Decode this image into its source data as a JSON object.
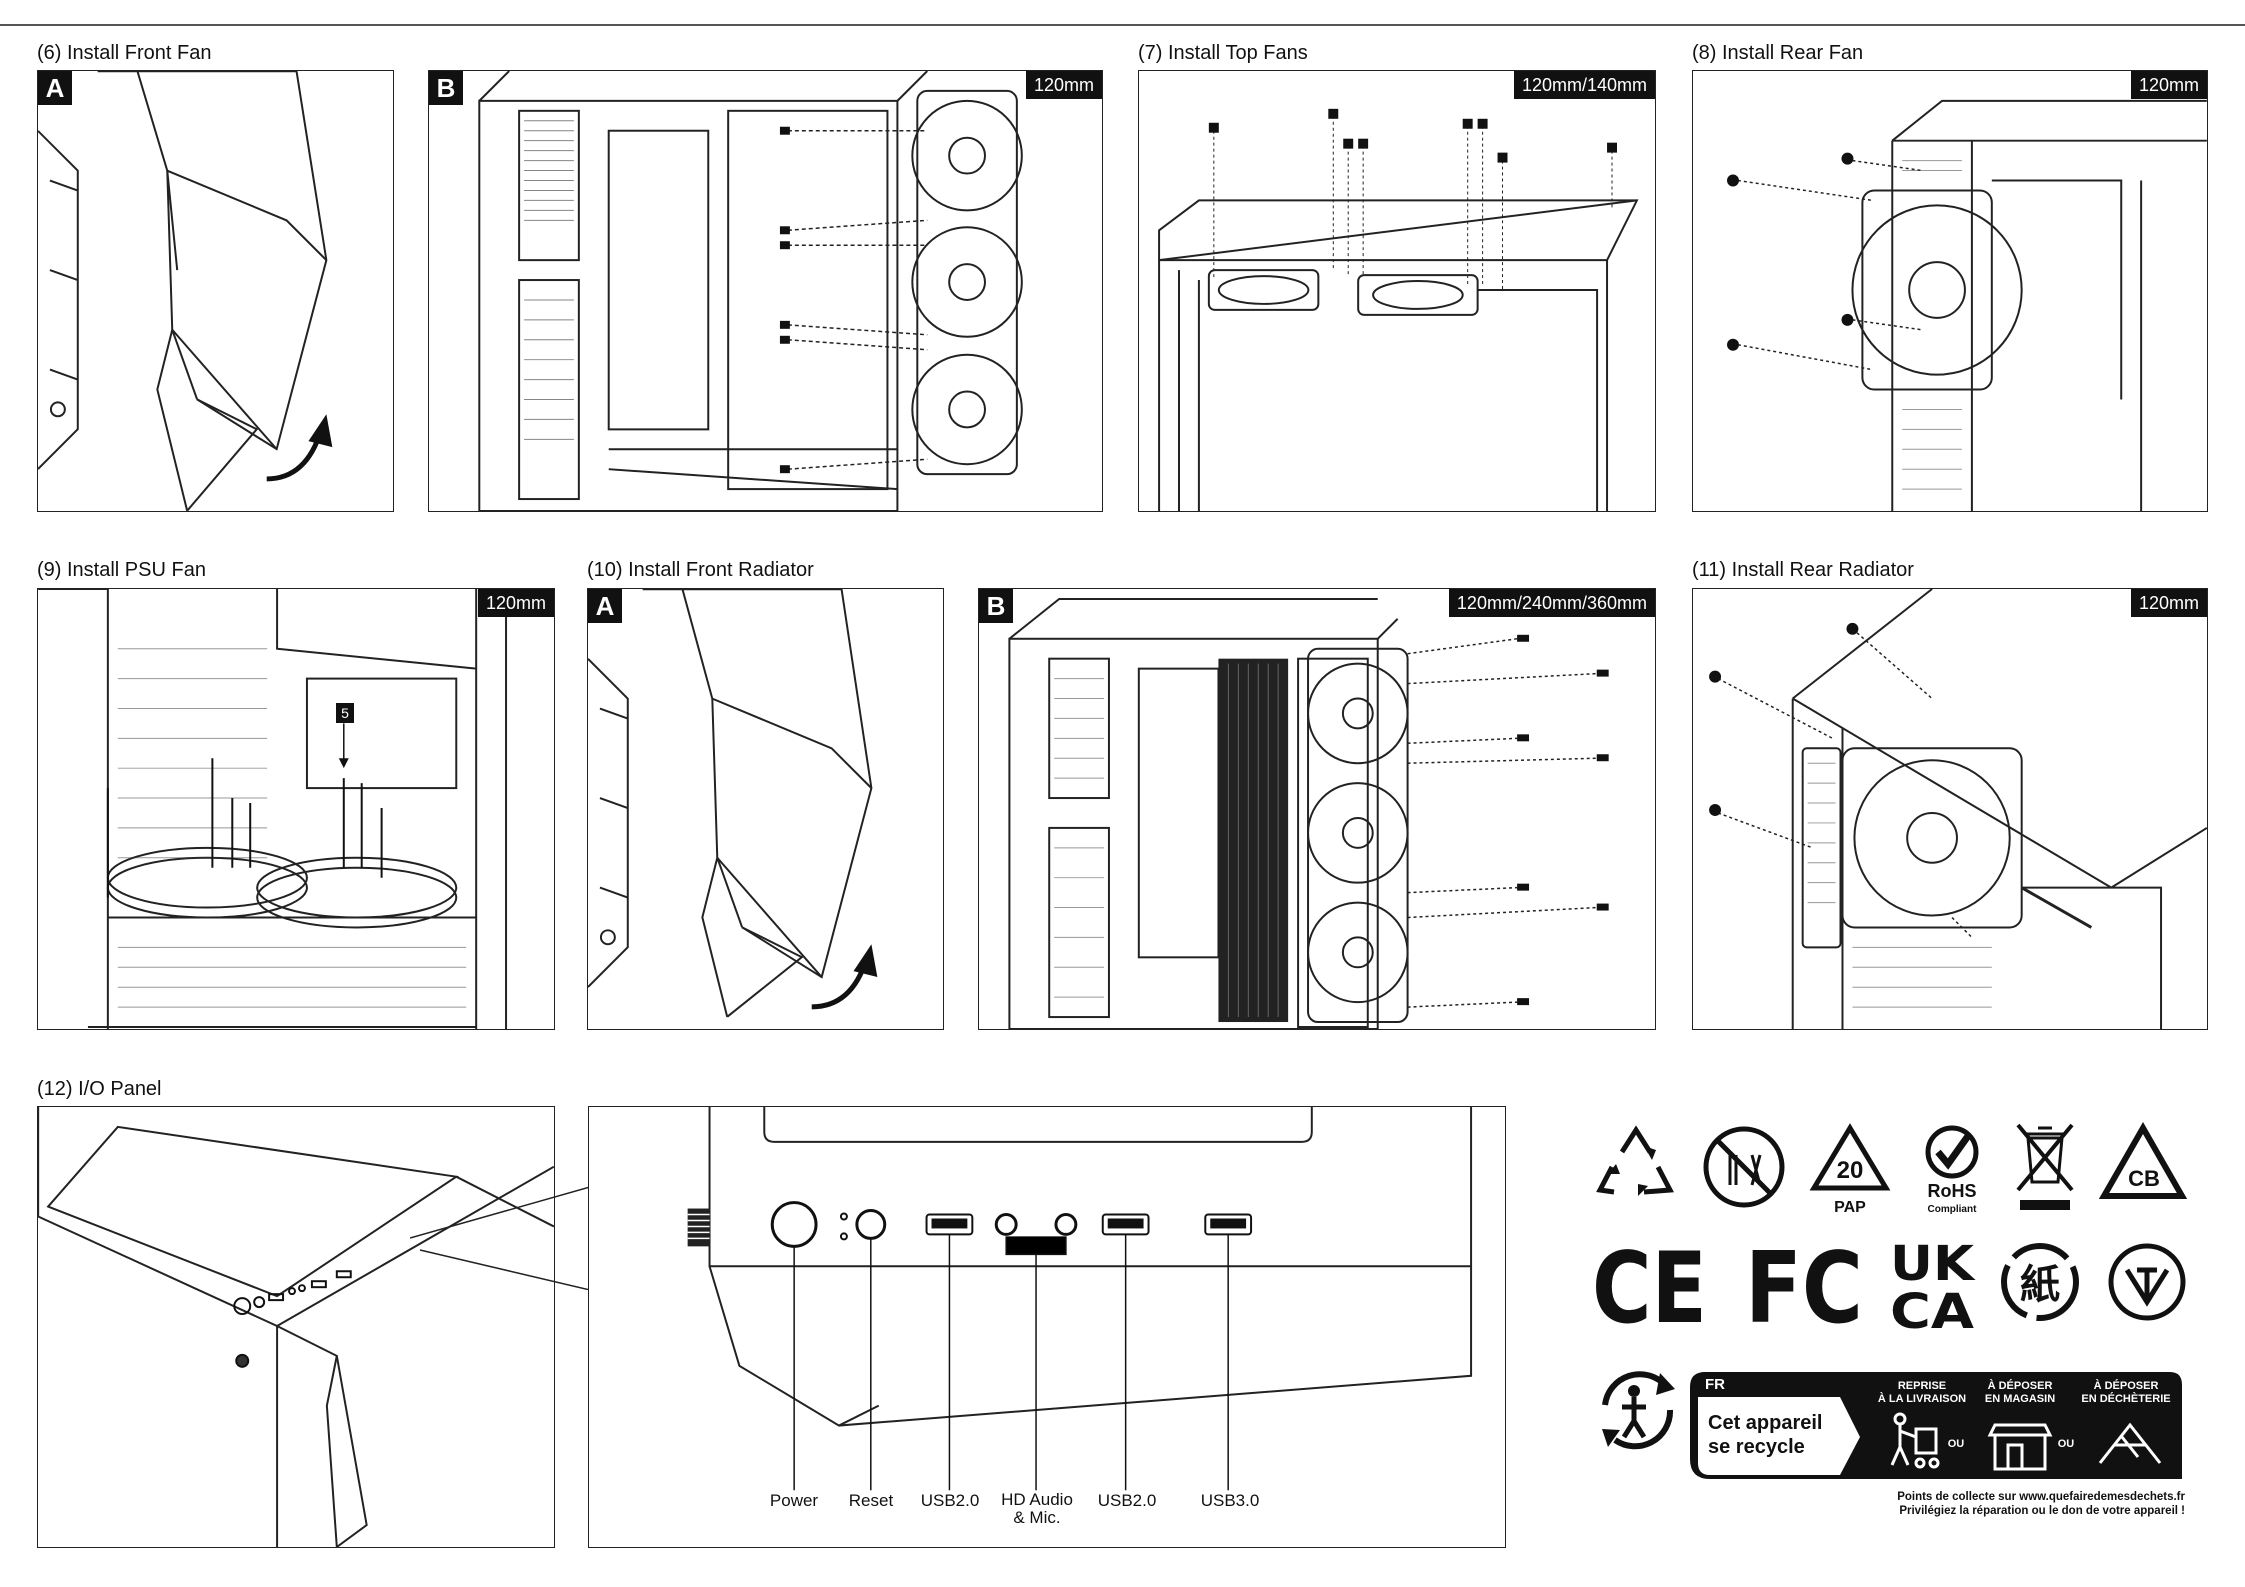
{
  "steps": {
    "s6": {
      "title": "(6) Install Front Fan",
      "a": "A",
      "b": "B",
      "size": "120mm"
    },
    "s7": {
      "title": "(7) Install Top Fans",
      "size": "120mm/140mm"
    },
    "s8": {
      "title": "(8) Install Rear Fan",
      "size": "120mm"
    },
    "s9": {
      "title": "(9) Install PSU Fan",
      "size": "120mm",
      "marker": "5"
    },
    "s10": {
      "title": "(10) Install Front Radiator",
      "a": "A",
      "b": "B",
      "size": "120mm/240mm/360mm"
    },
    "s11": {
      "title": "(11) Install Rear Radiator",
      "size": "120mm"
    },
    "s12": {
      "title": "(12)  I/O Panel"
    }
  },
  "io_labels": {
    "power": "Power",
    "reset": "Reset",
    "usb2_left": "USB2.0",
    "hd_audio": "HD Audio\n& Mic.",
    "usb2_right": "USB2.0",
    "usb3": "USB3.0"
  },
  "certs": {
    "pap": "20",
    "pap_label": "PAP",
    "rohs": "RoHS",
    "rohs_sub": "Compliant",
    "cb": "CB",
    "ce": "CE",
    "fc": "FC",
    "uk": "UK",
    "ca": "CA",
    "paper": "紙"
  },
  "recycle": {
    "fr": "FR",
    "headline": "Cet appareil\nse recycle",
    "opt1": "REPRISE\nÀ LA LIVRAISON",
    "opt2": "À DÉPOSER\nEN MAGASIN",
    "opt3": "À DÉPOSER\nEN DÉCHÈTERIE",
    "ou1": "OU",
    "ou2": "OU",
    "footer1": "Points de collecte sur www.quefairedemesdechets.fr",
    "footer2": "Privilégiez la réparation ou le don de votre appareil !"
  }
}
